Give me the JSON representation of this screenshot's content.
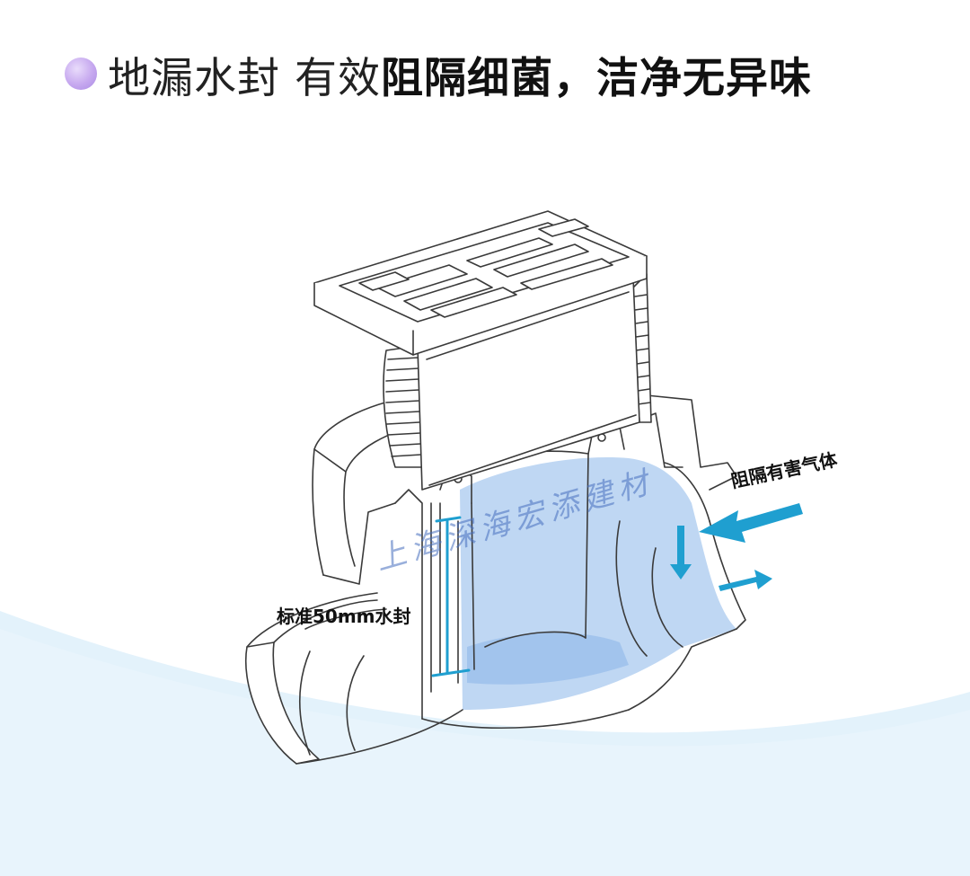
{
  "header": {
    "title_light": "地漏水封 有效",
    "title_bold": "阻隔细菌，洁净无异味"
  },
  "labels": {
    "seal_depth": "标准50mm水封",
    "block_gas": "阻隔有害气体"
  },
  "watermark": "上海深海宏添建材",
  "colors": {
    "accent_arrow": "#1f9fd0",
    "water": "#a9c9ef",
    "bullet": "#c6a8ef",
    "wave": "#e3f2fb"
  }
}
